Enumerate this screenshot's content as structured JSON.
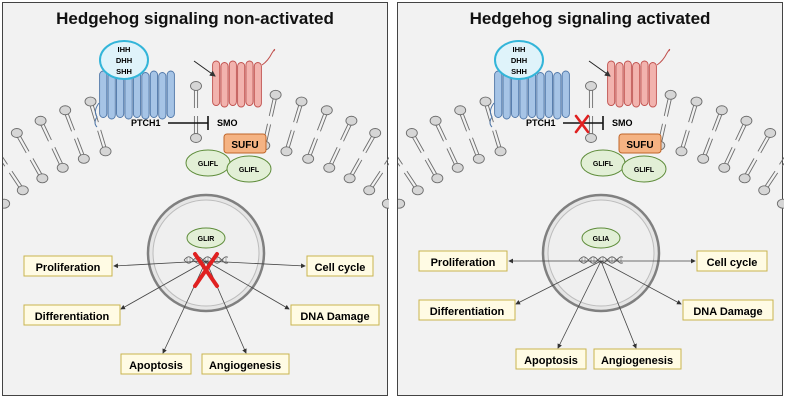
{
  "panels": [
    {
      "id": "non-activated",
      "title": "Hedgehog signaling non-activated",
      "ligands": [
        "IHH",
        "DHH",
        "SHH"
      ],
      "receptor_label": "PTCH1",
      "smo_label": "SMO",
      "sufu_label": "SUFU",
      "gli_complex": [
        "GLIFL",
        "GLIFL"
      ],
      "nuclear_gli": "GLIR",
      "ptch1_inhibits_smo": true,
      "transcription_blocked": true,
      "outcomes": {
        "proliferation": "Proliferation",
        "cell_cycle": "Cell cycle",
        "differentiation": "Differentiation",
        "dna_damage": "DNA Damage",
        "apoptosis": "Apoptosis",
        "angiogenesis": "Angiogenesis"
      }
    },
    {
      "id": "activated",
      "title": "Hedgehog signaling activated",
      "ligands": [
        "IHH",
        "DHH",
        "SHH"
      ],
      "receptor_label": "PTCH1",
      "smo_label": "SMO",
      "sufu_label": "SUFU",
      "gli_complex": [
        "GLIFL",
        "GLIFL"
      ],
      "nuclear_gli": "GLIA",
      "ptch1_inhibits_smo": false,
      "transcription_blocked": false,
      "outcomes": {
        "proliferation": "Proliferation",
        "cell_cycle": "Cell cycle",
        "differentiation": "Differentiation",
        "dna_damage": "DNA Damage",
        "apoptosis": "Apoptosis",
        "angiogenesis": "Angiogenesis"
      }
    }
  ],
  "colors": {
    "panel_background": "#f2f2f2",
    "ligand_fill": "#dff3fa",
    "ligand_stroke": "#33b5d9",
    "ptch1_fill": "#a6c4e6",
    "ptch1_stroke": "#4e76a8",
    "smo_fill": "#f2b3ae",
    "smo_stroke": "#c0504d",
    "sufu_fill": "#f5b383",
    "sufu_stroke": "#c0662a",
    "gli_fill": "#e2efd6",
    "gli_stroke": "#5e8c3a",
    "outcome_fill": "#fffbe4",
    "outcome_stroke": "#c9b44e",
    "block_mark": "#e02020",
    "membrane_head": "#d6d6d6"
  },
  "icons": {
    "inhibition": "flat-arrowhead-icon",
    "blocked": "red-x-icon"
  }
}
